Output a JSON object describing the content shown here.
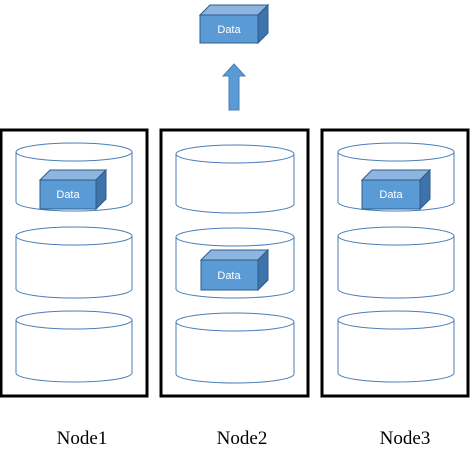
{
  "diagram": {
    "top_cube_label": "Data",
    "nodes": [
      {
        "label": "Node1",
        "data_label": "Data"
      },
      {
        "label": "Node2",
        "data_label": "Data"
      },
      {
        "label": "Node3",
        "data_label": "Data"
      }
    ]
  },
  "colors": {
    "cube_front": "#5B9BD5",
    "cube_top": "#8DB5E0",
    "cube_side": "#3E73AC",
    "cube_edge": "#2E5C8A",
    "cylinder_stroke": "#4A7EB8",
    "node_border": "#000000",
    "arrow_fill": "#5B9BD5"
  }
}
